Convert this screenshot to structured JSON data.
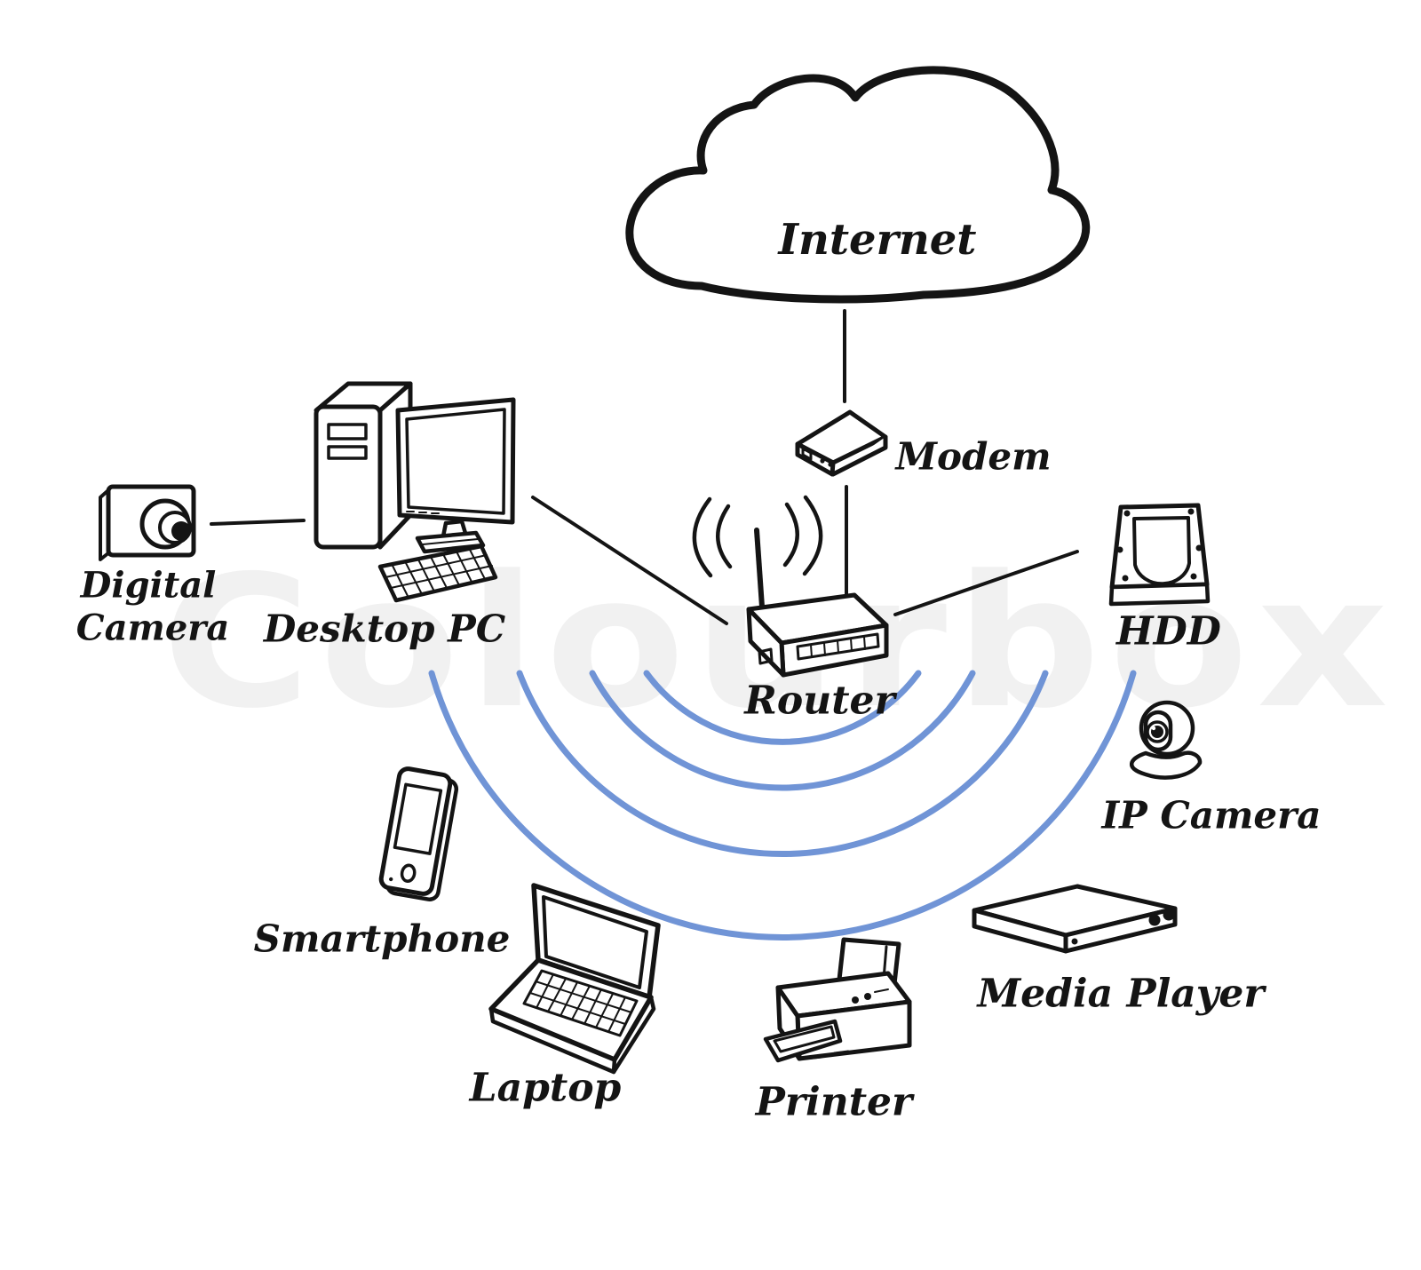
{
  "page": {
    "background": "#ffffff"
  },
  "colors": {
    "ink": "#141414",
    "wifi_arc": "#7094d6",
    "watermark": "#f1f1f1"
  },
  "watermark": {
    "text": "Colourbox"
  },
  "labels": {
    "internet": "Internet",
    "modem": "Modem",
    "router": "Router",
    "desktop_pc": "Desktop PC",
    "digital_camera": {
      "line1": "Digital",
      "line2": "Camera"
    },
    "hdd": "HDD",
    "ip_camera": "IP Camera",
    "smartphone": "Smartphone",
    "laptop": "Laptop",
    "printer": "Printer",
    "media_player": "Media Player"
  },
  "connections": [
    "internet-modem",
    "modem-router",
    "desktop_pc-router",
    "hdd-router",
    "digital_camera-desktop_pc"
  ],
  "wifi_arcs_count": 4
}
